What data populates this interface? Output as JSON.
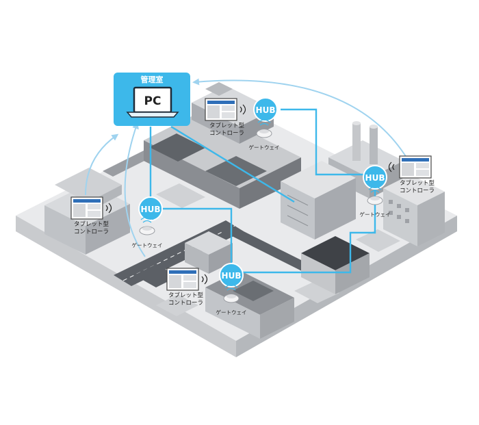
{
  "control_room": {
    "title": "管理室",
    "device": "PC"
  },
  "hubs": [
    {
      "id": "hub-top",
      "label": "HUB"
    },
    {
      "id": "hub-right",
      "label": "HUB"
    },
    {
      "id": "hub-left",
      "label": "HUB"
    },
    {
      "id": "hub-bottom",
      "label": "HUB"
    }
  ],
  "tablets": [
    {
      "id": "tablet-top",
      "line1": "タブレット型",
      "line2": "コントローラ"
    },
    {
      "id": "tablet-right",
      "line1": "タブレット型",
      "line2": "コントローラ"
    },
    {
      "id": "tablet-left",
      "line1": "タブレット型",
      "line2": "コントローラ"
    },
    {
      "id": "tablet-bottom",
      "line1": "タブレット型",
      "line2": "コントローラ"
    }
  ],
  "gateways": [
    {
      "id": "gateway-top",
      "label": "ゲートウェイ"
    },
    {
      "id": "gateway-right",
      "label": "ゲートウェイ"
    },
    {
      "id": "gateway-left",
      "label": "ゲートウェイ"
    },
    {
      "id": "gateway-bottom",
      "label": "ゲートウェイ"
    }
  ],
  "colors": {
    "accent": "#3db8ea",
    "arc": "#9fd3ef",
    "ground": "#e9eaec",
    "road": "#5c6066",
    "building_dark": "#8a8d92",
    "building_light": "#d8dadd"
  }
}
